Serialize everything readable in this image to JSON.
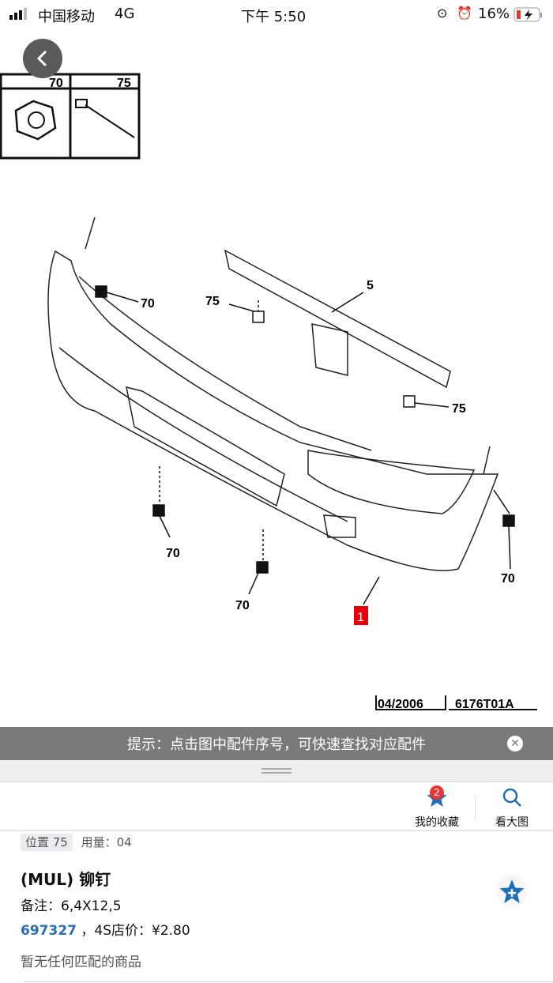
{
  "status_bar": {
    "carrier": "中国移动",
    "network": "4G",
    "time": "下午 5:50",
    "battery": "16%"
  },
  "diagram": {
    "inset_labels": [
      "70",
      "75"
    ],
    "callouts": [
      "70",
      "75",
      "5",
      "75",
      "70",
      "70",
      "70",
      "1"
    ],
    "date_stamp": "04/2006",
    "ref_code": "6176T01A",
    "highlight_color": "#e8000b"
  },
  "hint": {
    "text": "提示：点击图中配件序号，可快速查找对应配件"
  },
  "toolbar": {
    "favorites_label": "我的收藏",
    "favorites_count": "2",
    "zoom_label": "看大图"
  },
  "part": {
    "position_label": "位置 75",
    "quantity_label": "用量：04",
    "name": "(MUL) 铆钉",
    "note": "备注：6,4X12,5",
    "part_number": "697327",
    "price": "，4S店价：¥2.80",
    "match_status": "暂无任何匹配的商品"
  },
  "accent_color": "#1f6fb8"
}
